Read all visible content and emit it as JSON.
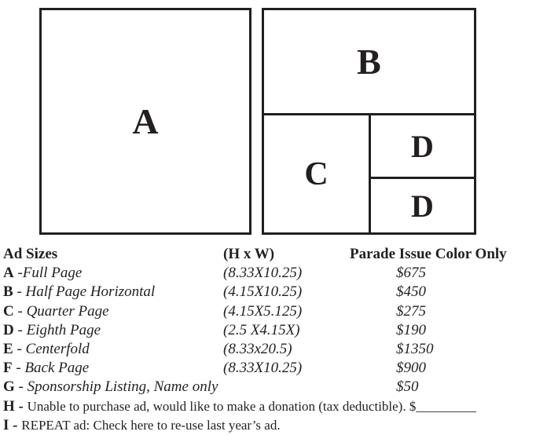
{
  "layout_boxes": {
    "a": "A",
    "b": "B",
    "c": "C",
    "d_top": "D",
    "d_bottom": "D"
  },
  "headers": {
    "ad_sizes": "Ad Sizes",
    "dimensions": "(H x W)",
    "price": "Parade Issue Color Only"
  },
  "rows": [
    {
      "letter": "A",
      "sep": " -",
      "desc": "Full Page",
      "dims": "(8.33X10.25)",
      "price": "$675"
    },
    {
      "letter": "B",
      "sep": " - ",
      "desc": "Half Page Horizontal",
      "dims": "(4.15X10.25)",
      "price": "$450"
    },
    {
      "letter": "C",
      "sep": " - ",
      "desc": "Quarter Page",
      "dims": "(4.15X5.125)",
      "price": "$275"
    },
    {
      "letter": "D",
      "sep": " - ",
      "desc": "Eighth Page",
      "dims": "(2.5 X4.15X)",
      "price": "$190"
    },
    {
      "letter": "E",
      "sep": " - ",
      "desc": "Centerfold",
      "dims": "(8.33x20.5)",
      "price": "$1350"
    },
    {
      "letter": "F",
      "sep": " - ",
      "desc": "Back Page",
      "dims": "(8.33X10.25)",
      "price": "$900"
    },
    {
      "letter": "G",
      "sep": " - ",
      "desc": "Sponsorship Listing, Name only",
      "dims": "",
      "price": "$50"
    }
  ],
  "notes": [
    {
      "letter": "H",
      "sep": " - ",
      "text": "Unable to purchase ad, would like to make a donation (tax deductible). $_________"
    },
    {
      "letter": "I",
      "sep": " - ",
      "text": "REPEAT ad: Check here to re-use last year’s ad."
    }
  ]
}
